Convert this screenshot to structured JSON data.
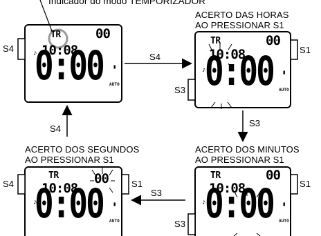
{
  "top_caption": "Indicador do modo TEMPORIZADOR",
  "arrow_labels": {
    "s4_top": "S4",
    "s3_right": "S3",
    "s3_bottom": "S3",
    "s4_left": "S4"
  },
  "captions": {
    "hours": [
      "ACERTO DAS HORAS",
      "AO PRESSIONAR S1"
    ],
    "minutes": [
      "ACERTO DOS MINUTOS",
      "AO PRESSIONAR S1"
    ],
    "seconds": [
      "ACERTO DOS SEGUNDOS",
      "AO PRESSIONAR S1"
    ]
  },
  "buttons": {
    "s1": "S1",
    "s3": "S3",
    "s4": "S4"
  },
  "display": {
    "mode": "TR",
    "seconds_small": "00",
    "clock": "10:08",
    "big_time": "0:00",
    "apostrophe": "'",
    "auto": "AUTO"
  }
}
